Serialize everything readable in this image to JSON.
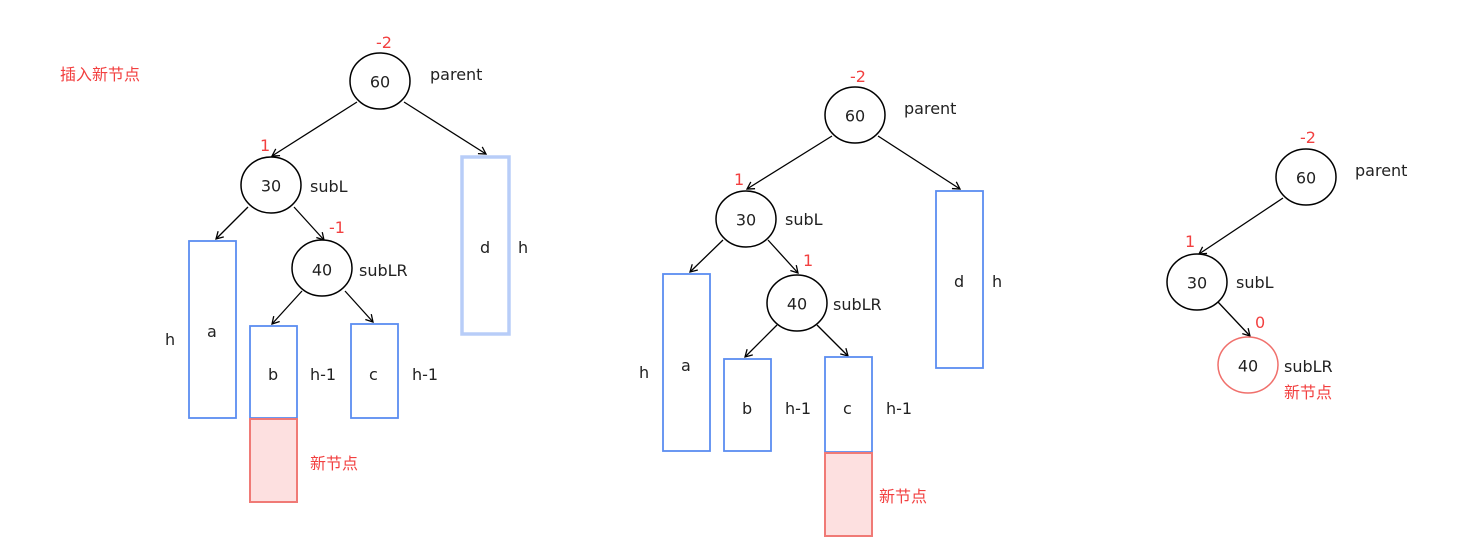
{
  "title": "插入新节点",
  "colors": {
    "text": "#222222",
    "balance_factor": "#f24040",
    "subtree_border": "#5b8df0",
    "subtree_border_light": "#b8cdf8",
    "new_node_fill": "#fde0e0",
    "new_node_border": "#f07a76"
  },
  "diagrams": [
    {
      "id": "insert-into-b",
      "nodes": [
        {
          "key": "60",
          "role": "parent",
          "balance_factor": "-2"
        },
        {
          "key": "30",
          "role": "subL",
          "balance_factor": "1"
        },
        {
          "key": "40",
          "role": "subLR",
          "balance_factor": "-1"
        }
      ],
      "subtrees": [
        {
          "name": "a",
          "height": "h"
        },
        {
          "name": "b",
          "height": "h-1"
        },
        {
          "name": "c",
          "height": "h-1"
        },
        {
          "name": "d",
          "height": "h"
        }
      ],
      "new_node_label": "新节点",
      "new_node_under": "b"
    },
    {
      "id": "insert-into-c",
      "nodes": [
        {
          "key": "60",
          "role": "parent",
          "balance_factor": "-2"
        },
        {
          "key": "30",
          "role": "subL",
          "balance_factor": "1"
        },
        {
          "key": "40",
          "role": "subLR",
          "balance_factor": "1"
        }
      ],
      "subtrees": [
        {
          "name": "a",
          "height": "h"
        },
        {
          "name": "b",
          "height": "h-1"
        },
        {
          "name": "c",
          "height": "h-1"
        },
        {
          "name": "d",
          "height": "h"
        }
      ],
      "new_node_label": "新节点",
      "new_node_under": "c"
    },
    {
      "id": "subLR-is-new",
      "nodes": [
        {
          "key": "60",
          "role": "parent",
          "balance_factor": "-2"
        },
        {
          "key": "30",
          "role": "subL",
          "balance_factor": "1"
        },
        {
          "key": "40",
          "role": "subLR",
          "balance_factor": "0"
        }
      ],
      "new_node_label": "新节点"
    }
  ]
}
